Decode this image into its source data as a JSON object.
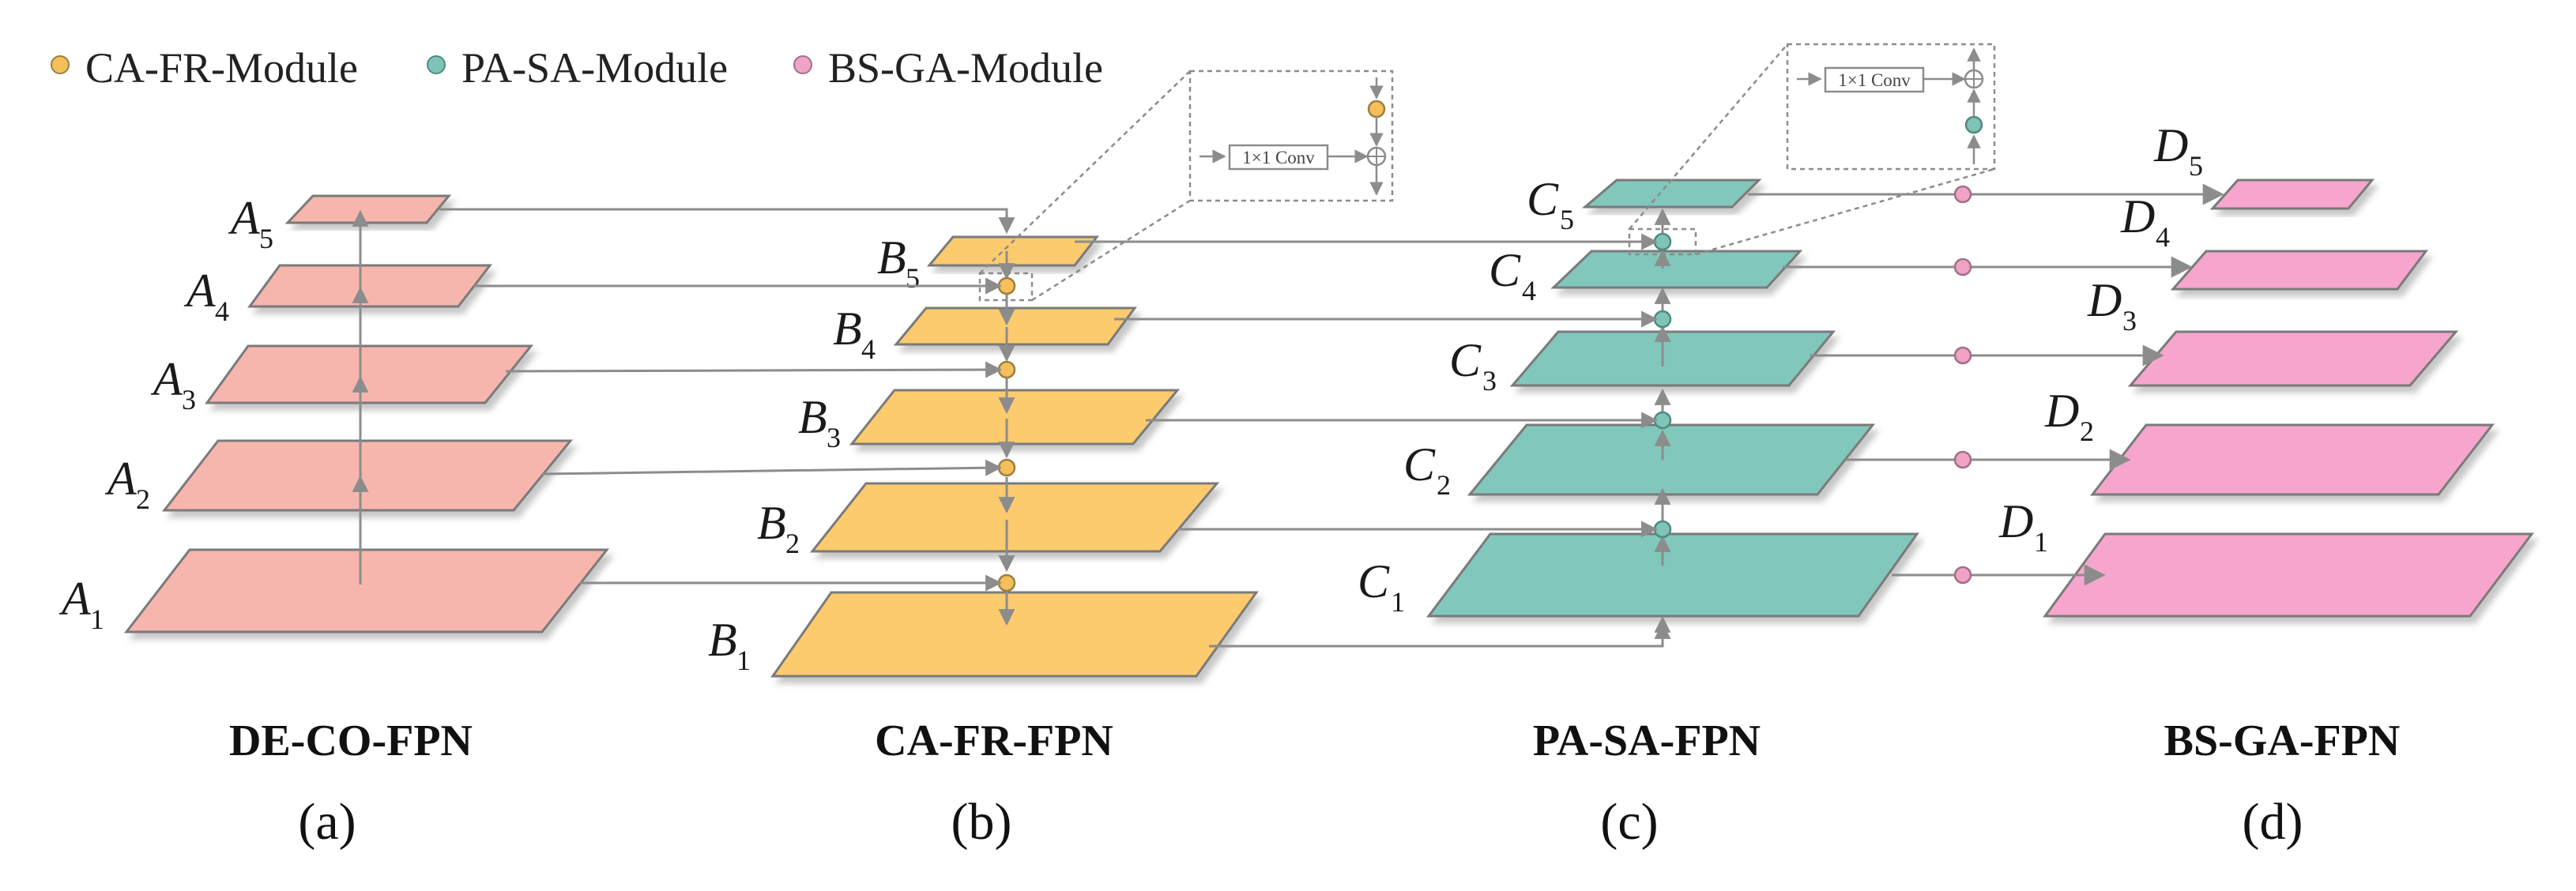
{
  "legend": [
    {
      "label": "CA-FR-Module",
      "color": "#f5bf5c"
    },
    {
      "label": "PA-SA-Module",
      "color": "#7fc4b6"
    },
    {
      "label": "BS-GA-Module",
      "color": "#f0a3c4"
    }
  ],
  "colors": {
    "a_layer": "#f6b6ae",
    "b_layer": "#fccb6d",
    "c_layer": "#81c7bb",
    "d_layer": "#f6a6cc",
    "arrow": "#8c8c8c",
    "outline": "#7a7a7a"
  },
  "columns": {
    "a": {
      "title": "DE-CO-FPN",
      "caption": "(a)",
      "letter": "A",
      "subs": [
        "1",
        "2",
        "3",
        "4",
        "5"
      ]
    },
    "b": {
      "title": "CA-FR-FPN",
      "caption": "(b)",
      "letter": "B",
      "subs": [
        "1",
        "2",
        "3",
        "4",
        "5"
      ]
    },
    "c": {
      "title": "PA-SA-FPN",
      "caption": "(c)",
      "letter": "C",
      "subs": [
        "1",
        "2",
        "3",
        "4",
        "5"
      ]
    },
    "d": {
      "title": "BS-GA-FPN",
      "caption": "(d)",
      "letter": "D",
      "subs": [
        "1",
        "2",
        "3",
        "4",
        "5"
      ]
    }
  },
  "insets": {
    "b": {
      "conv_label": "1×1 Conv",
      "icon": "circle-plus-icon"
    },
    "c": {
      "conv_label": "1×1 Conv",
      "icon": "circle-plus-icon"
    }
  }
}
